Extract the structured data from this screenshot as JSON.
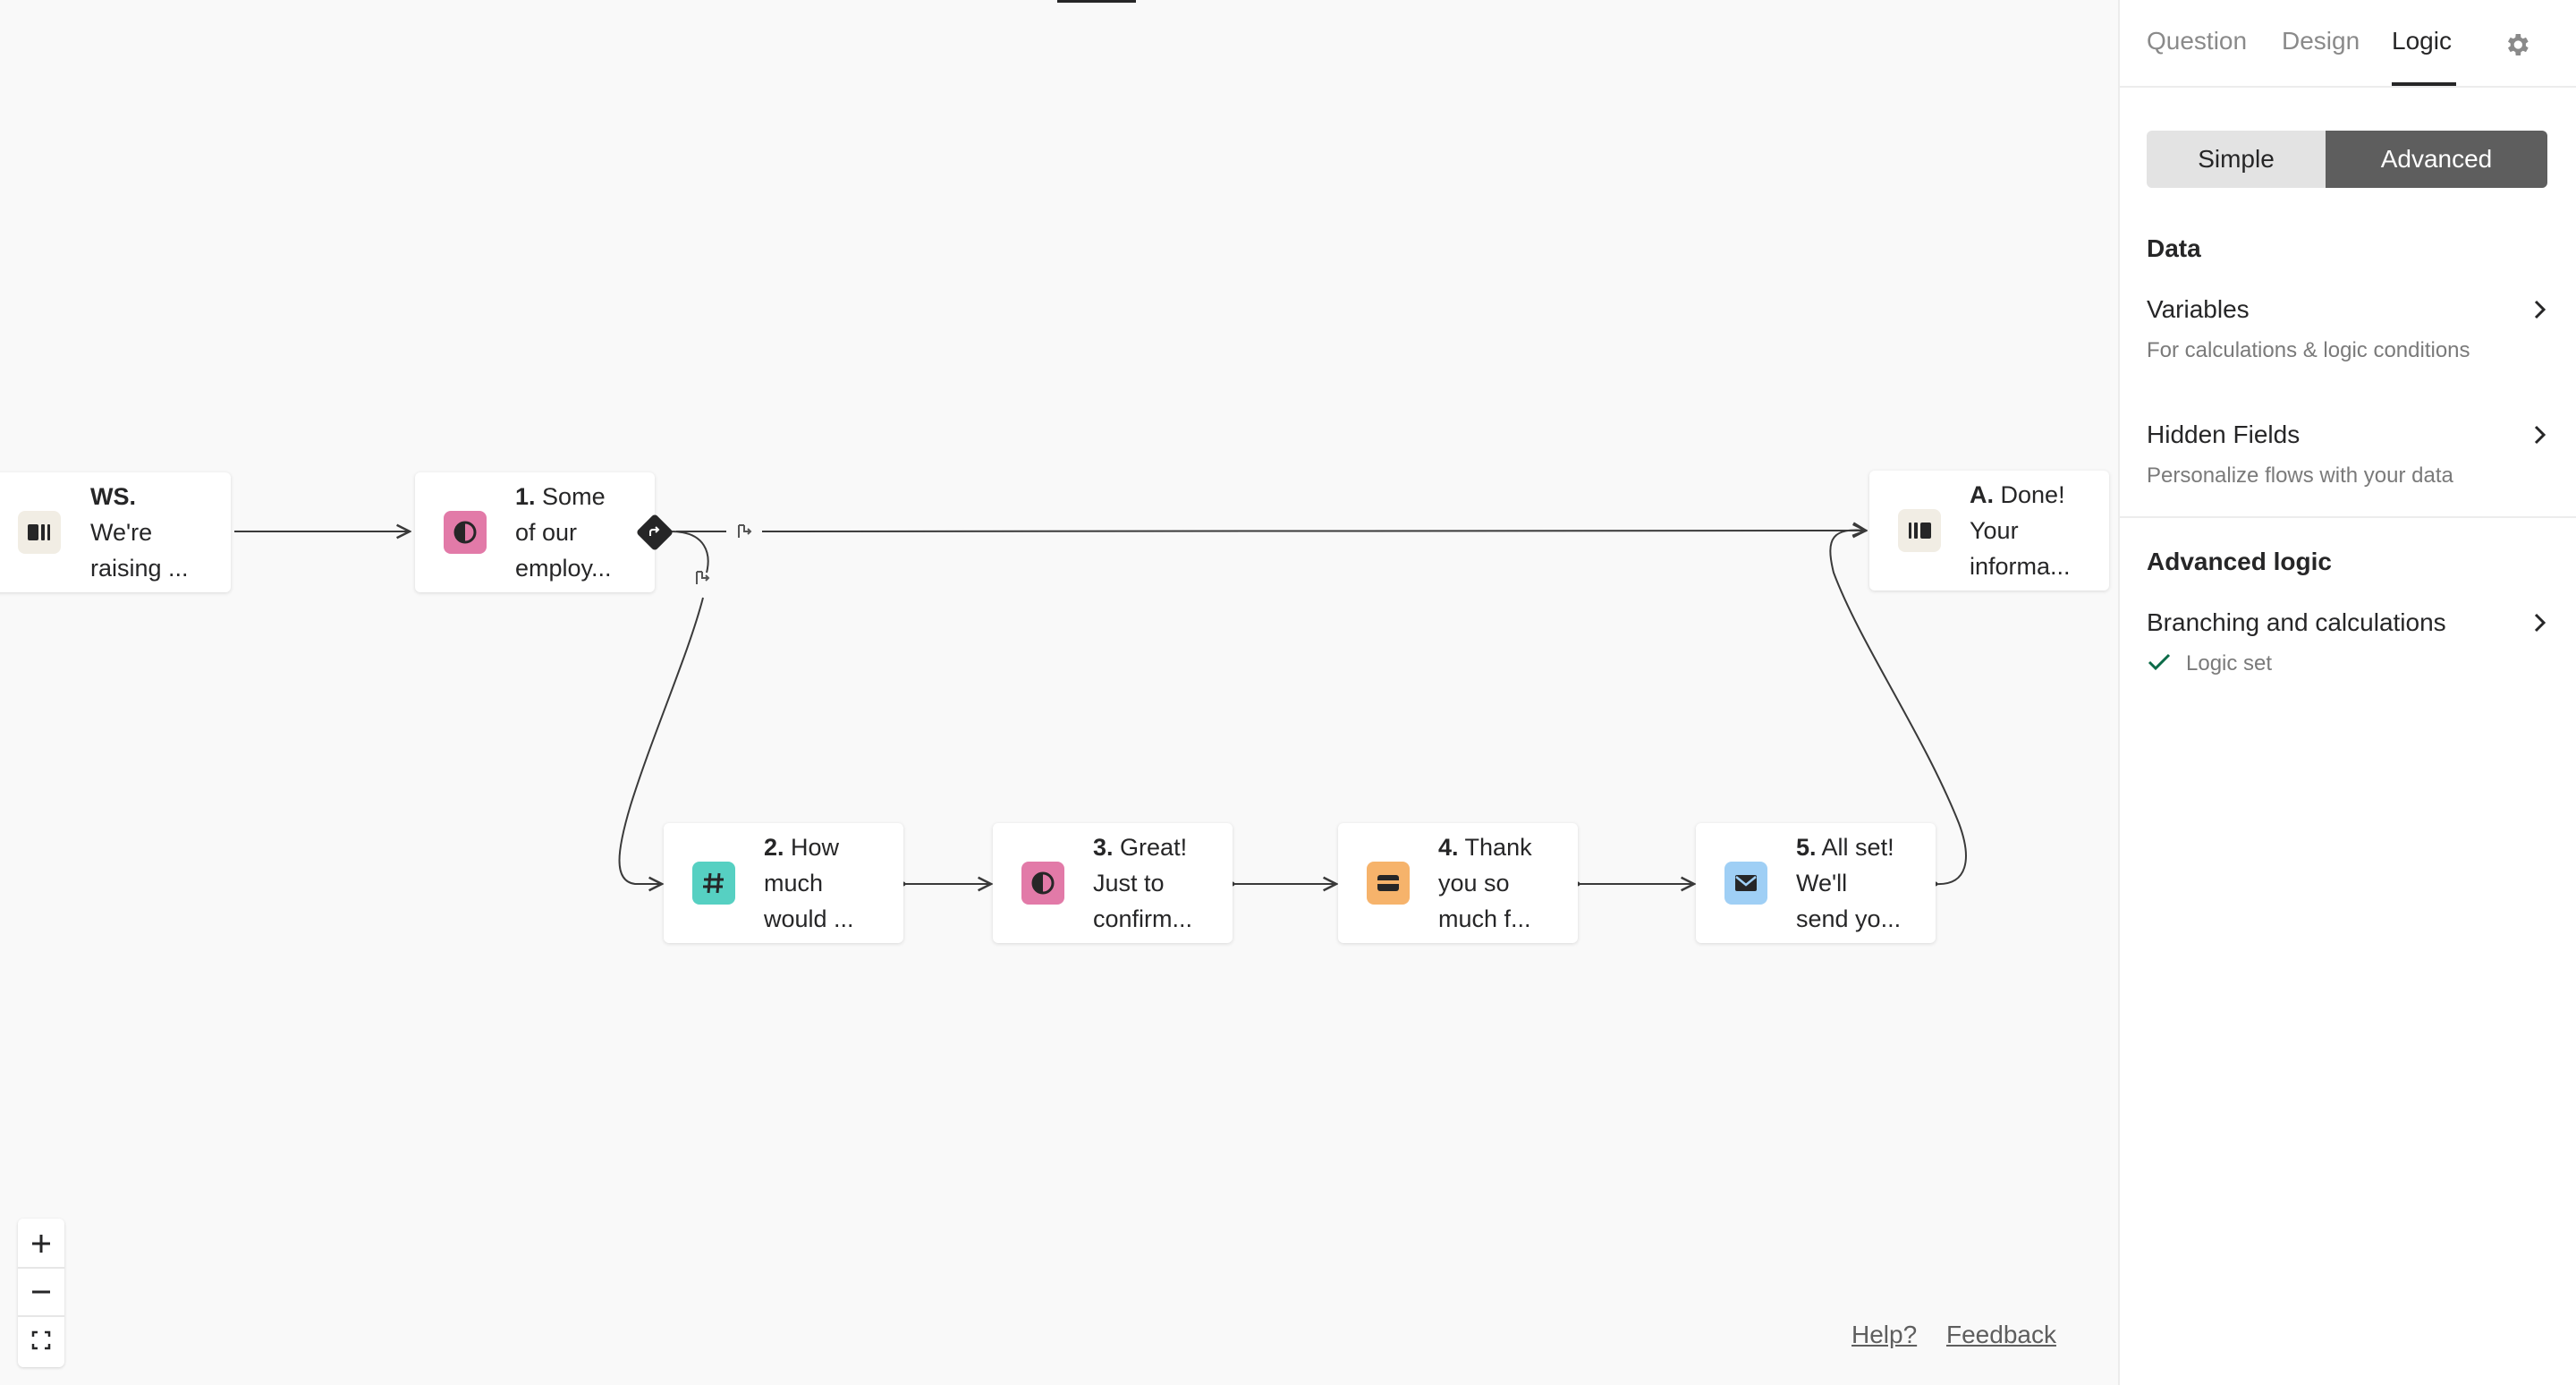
{
  "canvas": {
    "nodes": [
      {
        "id": "ws",
        "num": "WS.",
        "lines": [
          "We're",
          "raising ..."
        ],
        "icon": "welcome-screen-icon",
        "icon_bg": "#f1ede4"
      },
      {
        "id": "q1",
        "num": "1.",
        "lines": [
          "Some",
          "of our",
          "employ..."
        ],
        "icon": "opinion-scale-icon",
        "icon_bg": "#e27aa8"
      },
      {
        "id": "q2",
        "num": "2.",
        "lines": [
          "How",
          "much",
          "would ..."
        ],
        "icon": "number-icon",
        "icon_bg": "#56d0c2"
      },
      {
        "id": "q3",
        "num": "3.",
        "lines": [
          "Great!",
          "Just to",
          "confirm..."
        ],
        "icon": "opinion-scale-icon",
        "icon_bg": "#e27aa8"
      },
      {
        "id": "q4",
        "num": "4.",
        "lines": [
          "Thank",
          "you so",
          "much f..."
        ],
        "icon": "payment-icon",
        "icon_bg": "#f6b36b"
      },
      {
        "id": "q5",
        "num": "5.",
        "lines": [
          "All set!",
          "We'll",
          "send yo..."
        ],
        "icon": "email-icon",
        "icon_bg": "#9fcff5"
      },
      {
        "id": "endA",
        "num": "A.",
        "lines": [
          "Done!",
          "Your",
          "informa..."
        ],
        "icon": "ending-screen-icon",
        "icon_bg": "#f1ede4"
      }
    ],
    "links": {
      "help": "Help?",
      "feedback": "Feedback"
    }
  },
  "panel": {
    "tabs": [
      {
        "label": "Question",
        "active": false
      },
      {
        "label": "Design",
        "active": false
      },
      {
        "label": "Logic",
        "active": true
      }
    ],
    "mode": {
      "simple": "Simple",
      "advanced": "Advanced",
      "selected": "Advanced"
    },
    "data_section": {
      "heading": "Data",
      "variables": {
        "title": "Variables",
        "subtitle": "For calculations & logic conditions"
      },
      "hidden_fields": {
        "title": "Hidden Fields",
        "subtitle": "Personalize flows with your data"
      }
    },
    "advanced_section": {
      "heading": "Advanced logic",
      "branching": {
        "title": "Branching and calculations",
        "status": "Logic set"
      }
    }
  },
  "colors": {
    "accent": "#262627",
    "segment_active": "#5e5e5e",
    "check": "#0b6b48"
  }
}
